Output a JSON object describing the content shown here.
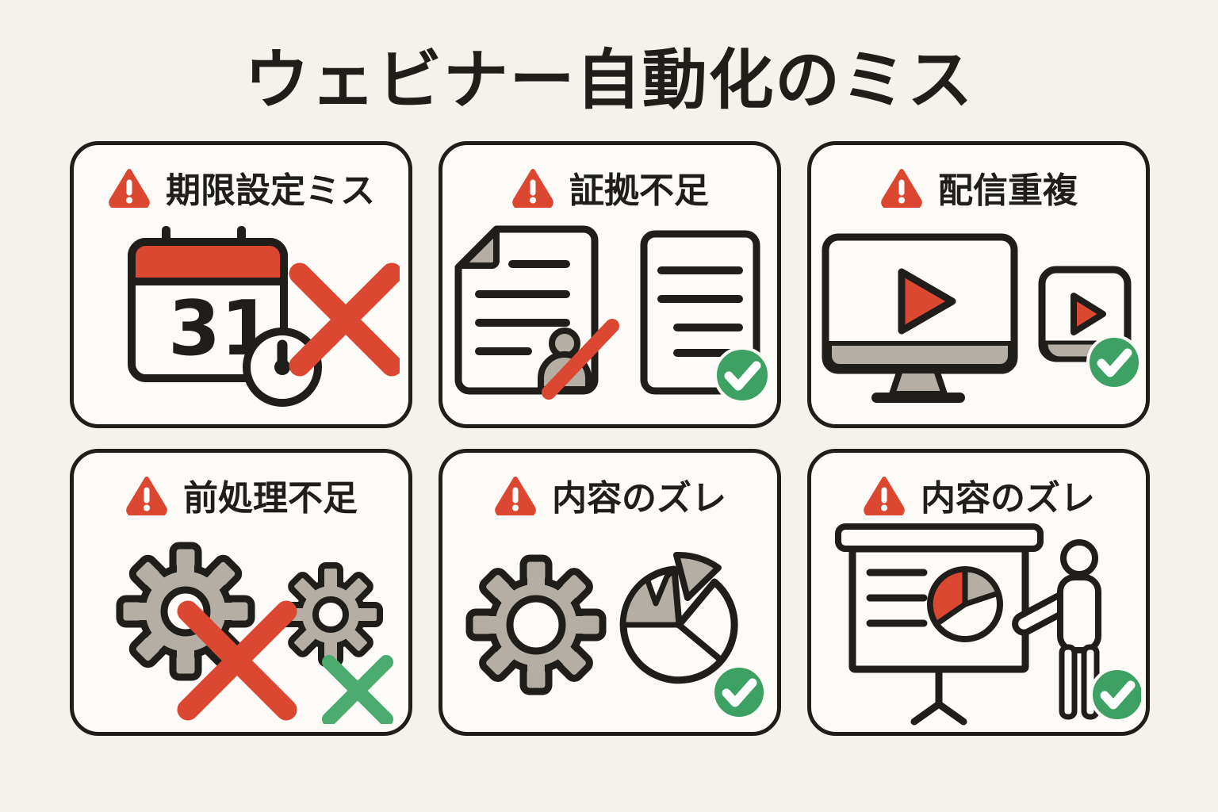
{
  "title": "ウェビナー自動化のミス",
  "colors": {
    "background": "#F5F2EB",
    "card_background": "#FCFBF7",
    "ink": "#1F1E1B",
    "red": "#DC4731",
    "green": "#3EA164",
    "green_light": "#4CAB6E",
    "gray": "#B5AEA5"
  },
  "icons": {
    "warning": "warning-triangle",
    "error_mark": "red-cross",
    "ok_mark": "green-check-circle",
    "soft_ok_mark": "green-cross"
  },
  "calendar": {
    "day": "31"
  },
  "cards": [
    {
      "label": "期限設定ミス",
      "art": "calendar-31-with-clock-and-red-cross",
      "status": "error"
    },
    {
      "label": "証拠不足",
      "art": "document-with-person-slash-and-approved-document",
      "status": "ok"
    },
    {
      "label": "配信重複",
      "art": "monitor-play-and-second-screen-play-with-check",
      "status": "ok"
    },
    {
      "label": "前処理不足",
      "art": "two-gears-red-cross-and-green-cross",
      "status": "mixed"
    },
    {
      "label": "内容のズレ",
      "art": "gear-and-pie-chart-with-check",
      "status": "ok"
    },
    {
      "label": "内容のズレ",
      "art": "presentation-board-pie-chart-presenter-with-check",
      "status": "ok"
    }
  ]
}
